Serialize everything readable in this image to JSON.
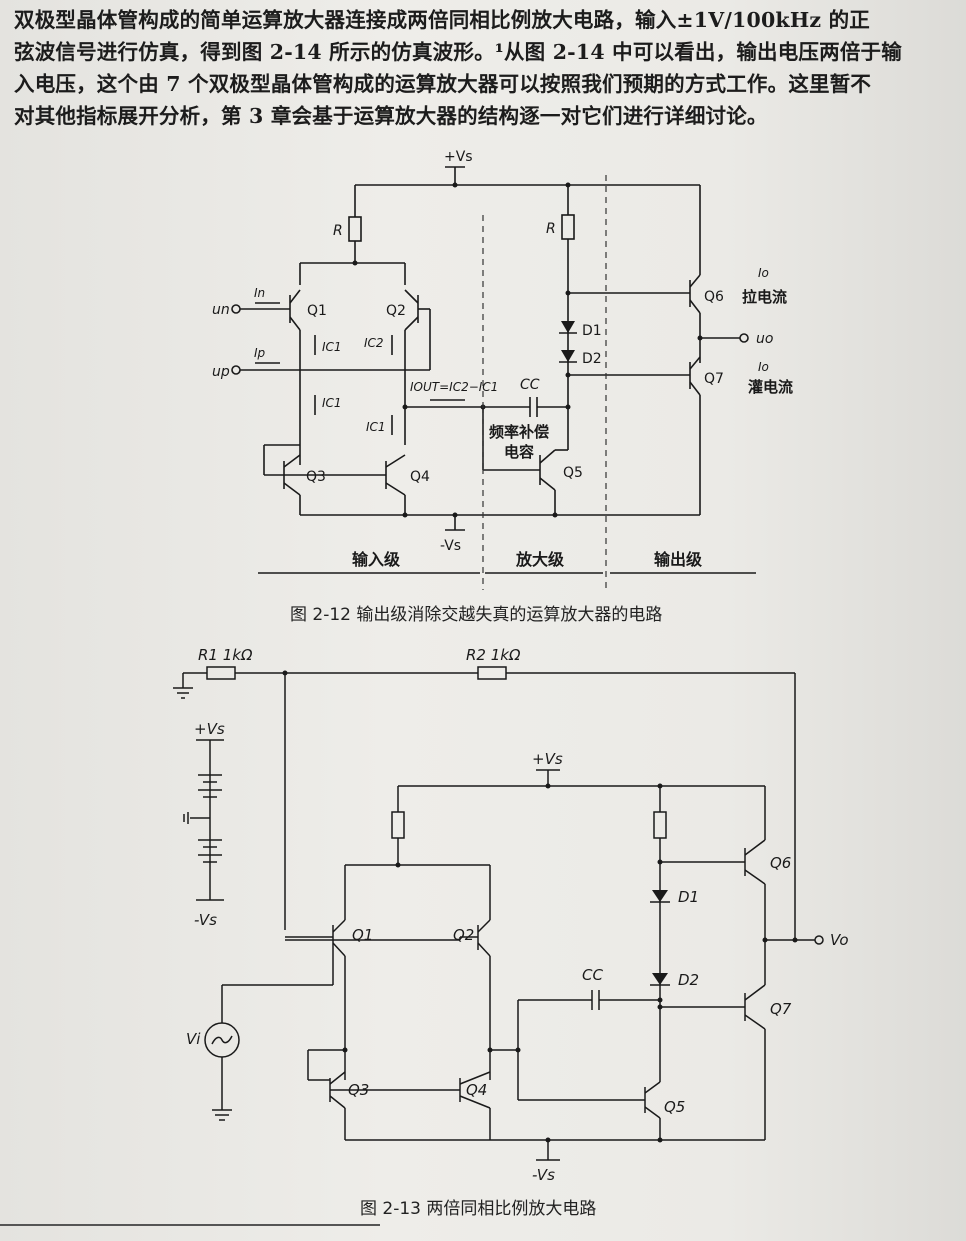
{
  "paragraph": {
    "lines": [
      "双极型晶体管构成的简单运算放大器连接成两倍同相比例放大电路，输入±1V/100kHz 的正",
      "弦波信号进行仿真，得到图 2-14 所示的仿真波形。¹从图 2-14 中可以看出，输出电压两倍于输",
      "入电压，这个由 7 个双极型晶体管构成的运算放大器可以按照我们预期的方式工作。这里暂不",
      "对其他指标展开分析，第 3 章会基于运算放大器的结构逐一对它们进行详细讨论。"
    ]
  },
  "figure_2_12": {
    "caption": "图 2-12   输出级消除交越失真的运算放大器的电路",
    "supply_pos": "+Vs",
    "supply_neg": "-Vs",
    "resistor_label": "R",
    "transistors": [
      "Q1",
      "Q2",
      "Q3",
      "Q4",
      "Q5",
      "Q6",
      "Q7"
    ],
    "diodes": [
      "D1",
      "D2"
    ],
    "inputs": {
      "un": "un",
      "up": "up"
    },
    "currents": {
      "in": "In",
      "ip": "Ip",
      "ic1": "IC1",
      "ic2": "IC2",
      "iout": "IOUT=IC2−IC1",
      "io": "Io"
    },
    "cap_label": "CC",
    "cap_note_line1": "频率补偿",
    "cap_note_line2": "电容",
    "output": "uo",
    "source_current": "拉电流",
    "sink_current": "灌电流",
    "stages": [
      "输入级",
      "放大级",
      "输出级"
    ]
  },
  "figure_2_13": {
    "caption": "图 2-13   两倍同相比例放大电路",
    "r1": "R1 1kΩ",
    "r2": "R2 1kΩ",
    "supply_pos": "+Vs",
    "supply_neg": "-Vs",
    "source": "Vi",
    "output": "Vo",
    "cap_label": "CC",
    "transistors": [
      "Q1",
      "Q2",
      "Q3",
      "Q4",
      "Q5",
      "Q6",
      "Q7"
    ],
    "diodes": [
      "D1",
      "D2"
    ]
  }
}
